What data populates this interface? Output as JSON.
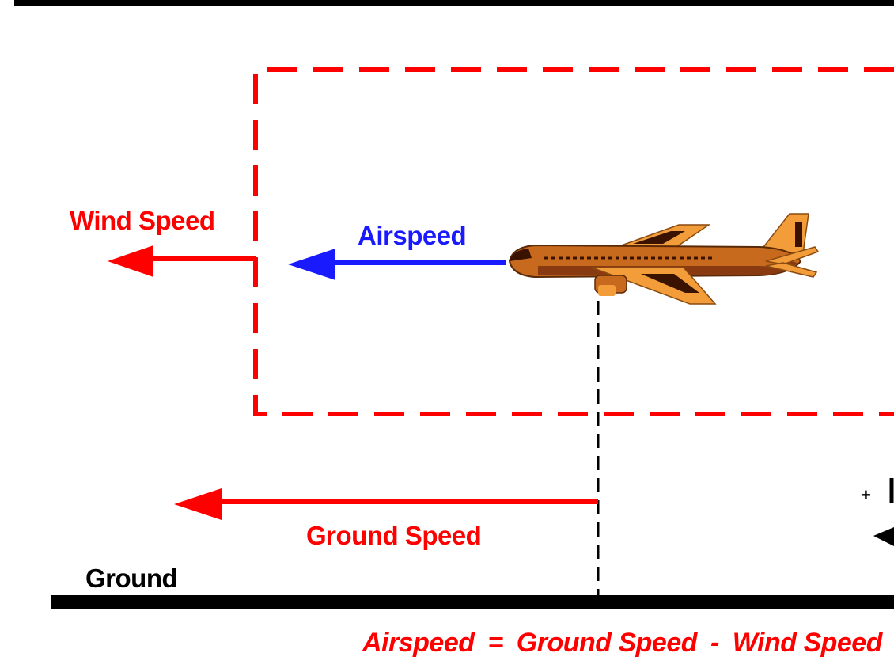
{
  "colors": {
    "wind": "#ff0000",
    "airspeed": "#1a1aff",
    "ground_speed": "#ff0000",
    "ground": "#000000",
    "equation": "#ff0000",
    "airplane_body": "#c86a1e",
    "airplane_wing": "#f29d3a",
    "airplane_dark": "#3a1200"
  },
  "labels": {
    "wind_speed": "Wind  Speed",
    "airspeed": "Airspeed",
    "ground_speed": "Ground Speed",
    "ground": "Ground",
    "partial_plus": "+"
  },
  "equation": {
    "term1": "Airspeed",
    "op1": "=",
    "term2": "Ground Speed",
    "op2": "-",
    "term3": "Wind  Speed"
  }
}
